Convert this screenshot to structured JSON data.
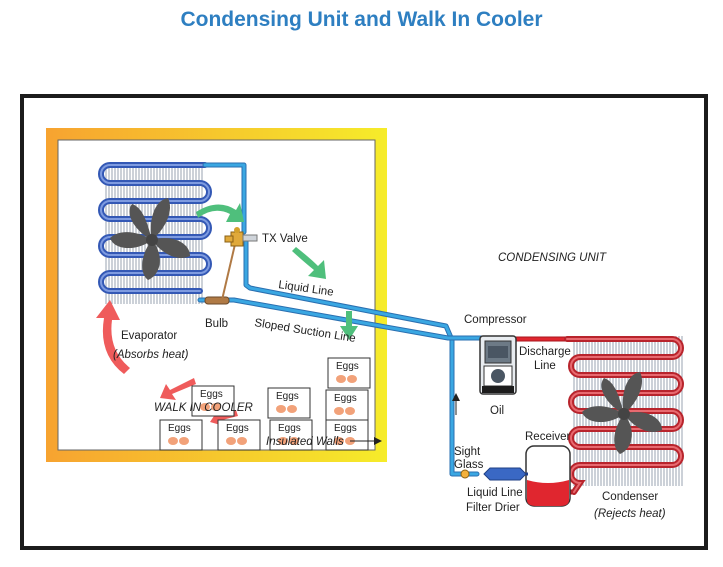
{
  "title": "Condensing Unit and Walk In Cooler",
  "labels": {
    "tx_valve": "TX Valve",
    "liquid_line": "Liquid Line",
    "sloped_suction_line": "Sloped Suction Line",
    "bulb": "Bulb",
    "evaporator": "Evaporator",
    "absorbs_heat": "(Absorbs heat)",
    "walk_in_cooler": "WALK IN COOLER",
    "insulated_walls": "Insulated Walls",
    "condensing_unit": "CONDENSING UNIT",
    "compressor": "Compressor",
    "discharge_line_1": "Discharge",
    "discharge_line_2": "Line",
    "oil": "Oil",
    "sight_glass_1": "Sight",
    "sight_glass_2": "Glass",
    "receiver": "Receiver",
    "filter_drier_1": "Liquid Line",
    "filter_drier_2": "Filter Drier",
    "condenser": "Condenser",
    "rejects_heat": "(Rejects heat)",
    "eggs": "Eggs"
  },
  "colors": {
    "title": "#2e7fc1",
    "suction_line": "#2e9ad8",
    "discharge_line": "#d8202a",
    "coil_blue": "#3358b5",
    "coil_red": "#b8242c",
    "wall_gradient_start": "#f7a330",
    "wall_gradient_end": "#f6ec2a",
    "air_cold": "#4fbf7c",
    "air_warm": "#ef5b5b"
  }
}
